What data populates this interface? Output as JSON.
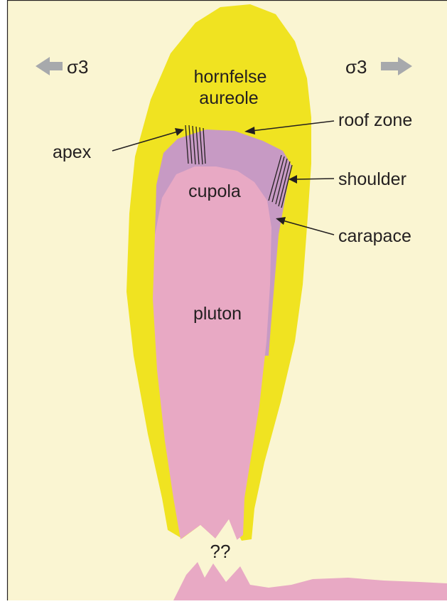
{
  "figure": {
    "stress_left": "σ3",
    "stress_right": "σ3",
    "zones": {
      "aureole_line1": "hornfelse",
      "aureole_line2": "aureole",
      "cupola": "cupola",
      "pluton": "pluton",
      "unknown": "??"
    },
    "callouts": {
      "roof_zone": "roof zone",
      "apex": "apex",
      "shoulder": "shoulder",
      "carapace": "carapace"
    },
    "colors": {
      "background": "#faf5d2",
      "aureole": "#f0e321",
      "carapace": "#c79ac4",
      "pluton": "#e8a9c4",
      "arrow_grey": "#a7a9ac",
      "line": "#231f20"
    }
  }
}
